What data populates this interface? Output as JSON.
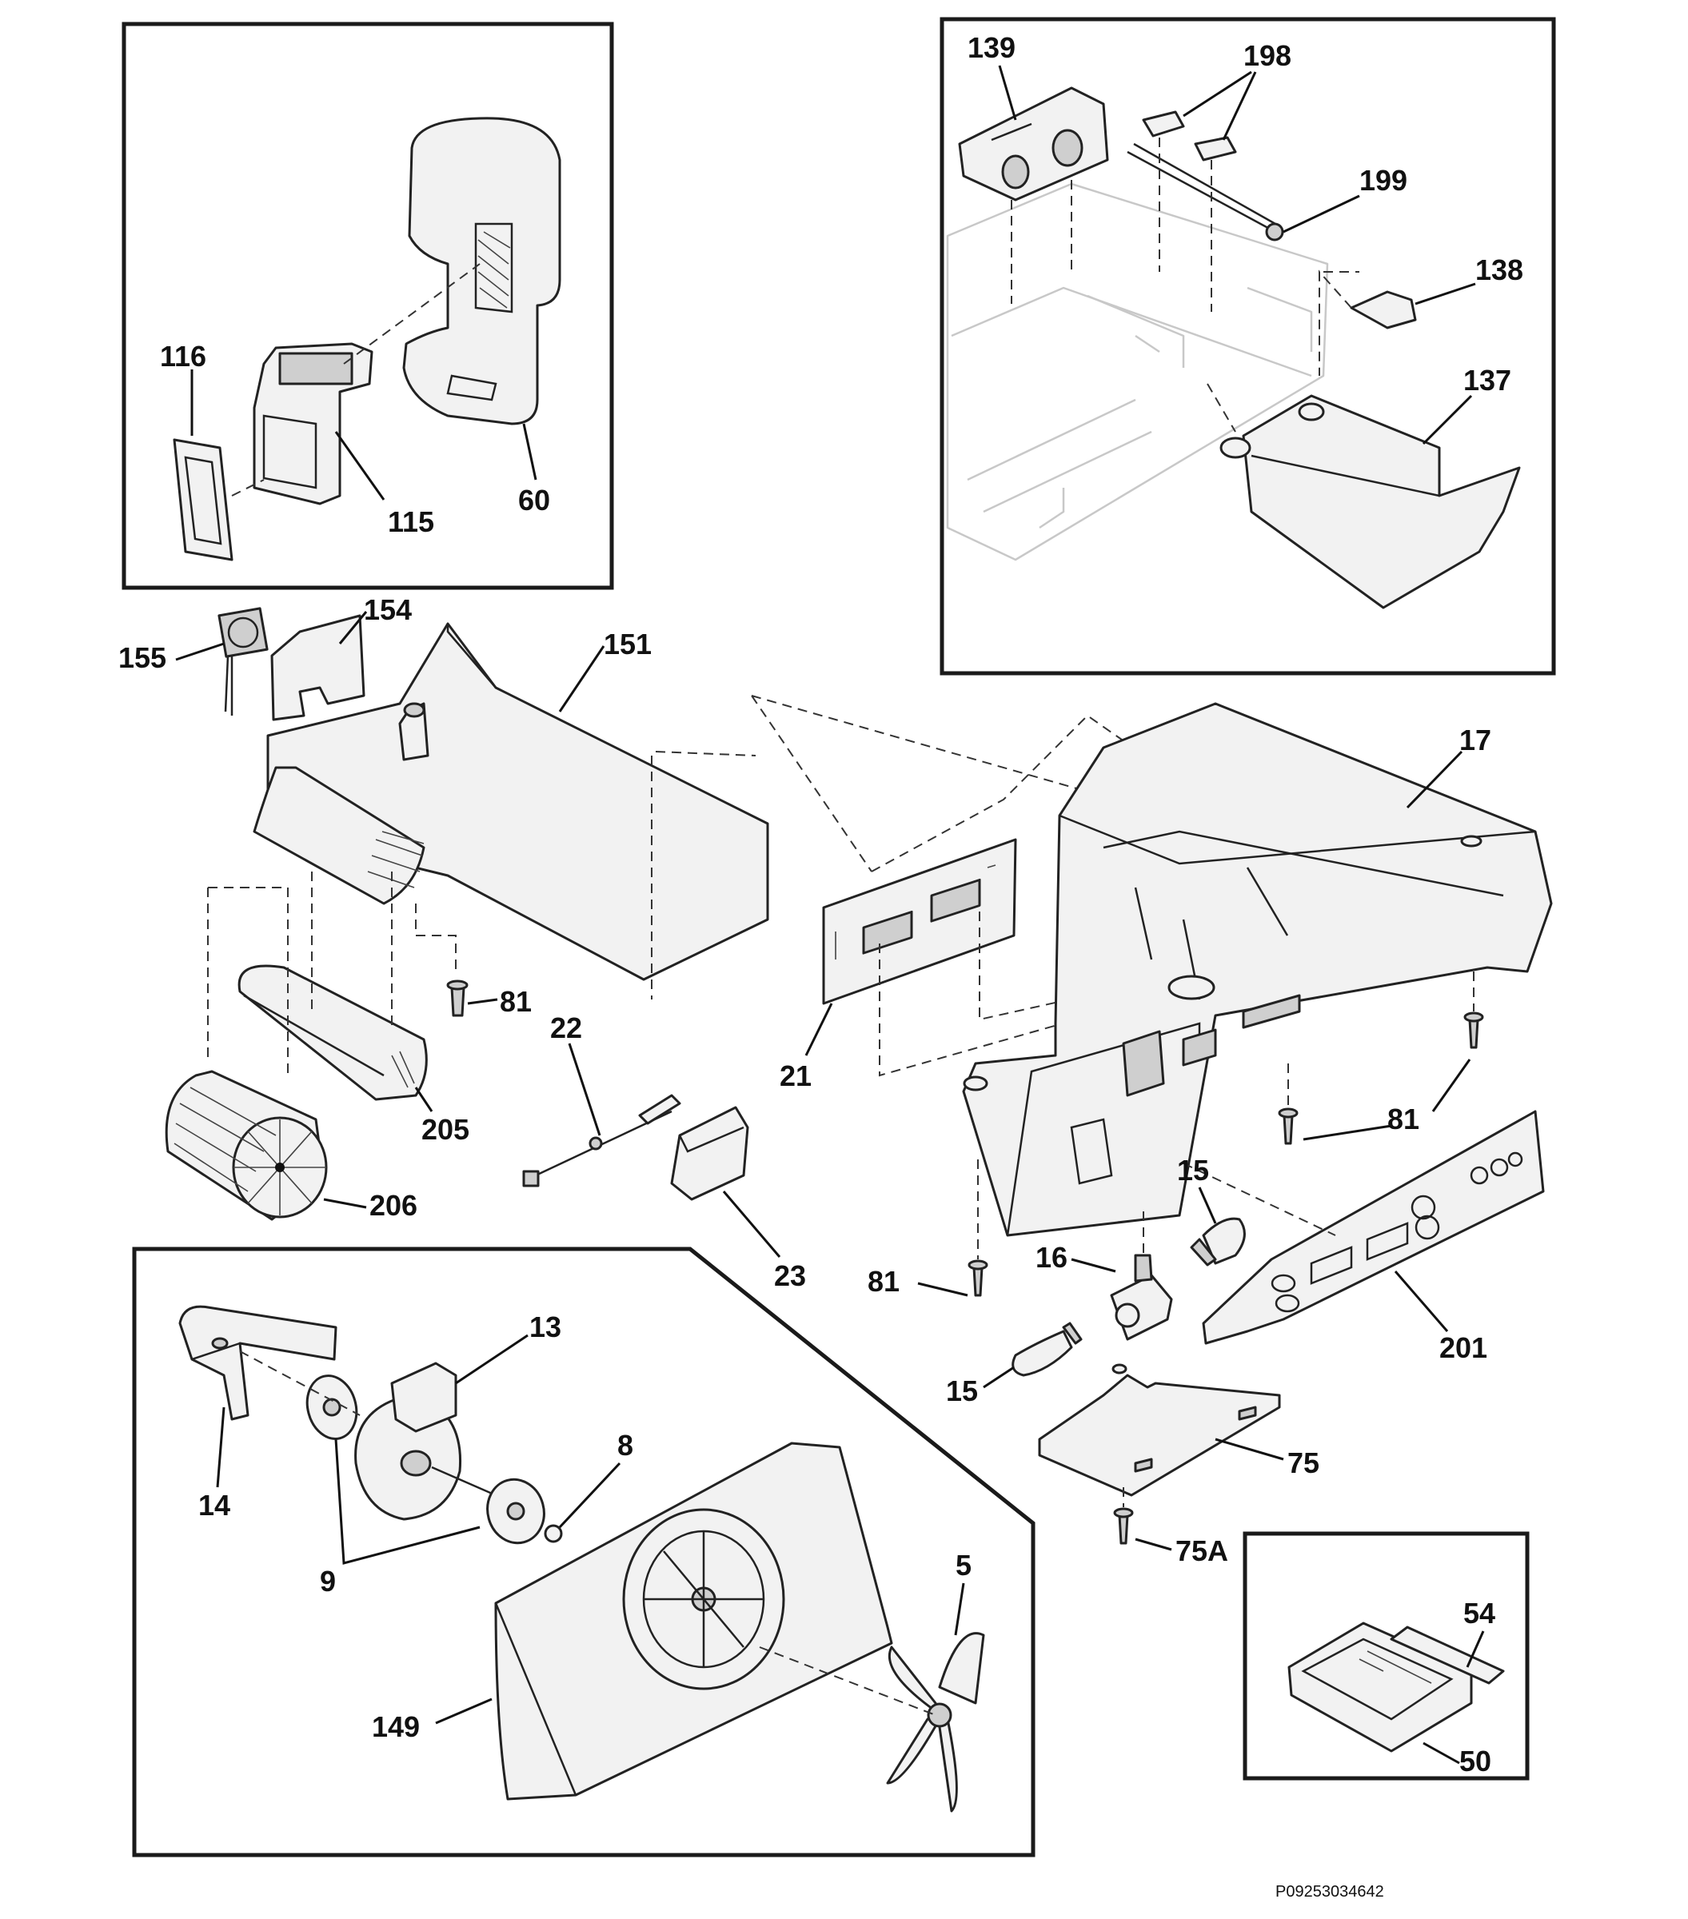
{
  "reference_code": "P09253034642",
  "callouts": {
    "c116": "116",
    "c115": "115",
    "c60": "60",
    "c139": "139",
    "c198": "198",
    "c199": "199",
    "c138": "138",
    "c137": "137",
    "c155": "155",
    "c154": "154",
    "c151": "151",
    "c17": "17",
    "c81a": "81",
    "c81b": "81",
    "c81c": "81",
    "c81d": "81",
    "c22": "22",
    "c21": "21",
    "c205": "205",
    "c206": "206",
    "c23": "23",
    "c15a": "15",
    "c15b": "15",
    "c16": "16",
    "c201": "201",
    "c75": "75",
    "c75a": "75A",
    "c13": "13",
    "c14": "14",
    "c8": "8",
    "c9": "9",
    "c5": "5",
    "c149": "149",
    "c54": "54",
    "c50": "50"
  }
}
